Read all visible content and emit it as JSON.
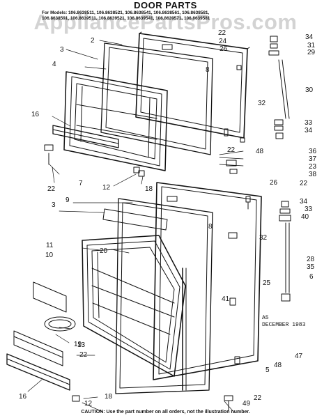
{
  "header": {
    "title": "DOOR PARTS",
    "models_line1": "For Models: 106.8638511, 106.8638521, 106.8638541, 106.8638561, 106.8638581,",
    "models_line2": "106.8638591, 106.8639511, 106.8639521, 106.8639541, 106.8639571, 106.8639581"
  },
  "watermark": "AppliancePartsPros.com",
  "stamp": {
    "code": "A5",
    "date": "DECEMBER 1983"
  },
  "caution": "CAUTION: Use the part number on all orders, not the illustration number.",
  "callouts": [
    "34",
    "31",
    "29",
    "24",
    "26",
    "22",
    "2",
    "3",
    "8",
    "4",
    "30",
    "16",
    "32",
    "33",
    "34",
    "48",
    "22",
    "36",
    "37",
    "23",
    "38",
    "7",
    "12",
    "18",
    "22",
    "26",
    "22",
    "9",
    "3",
    "34",
    "33",
    "40",
    "8",
    "32",
    "11",
    "20",
    "10",
    "28",
    "35",
    "6",
    "25",
    "41",
    "19",
    "13",
    "22",
    "47",
    "48",
    "5",
    "16",
    "22",
    "12",
    "18",
    "49"
  ]
}
